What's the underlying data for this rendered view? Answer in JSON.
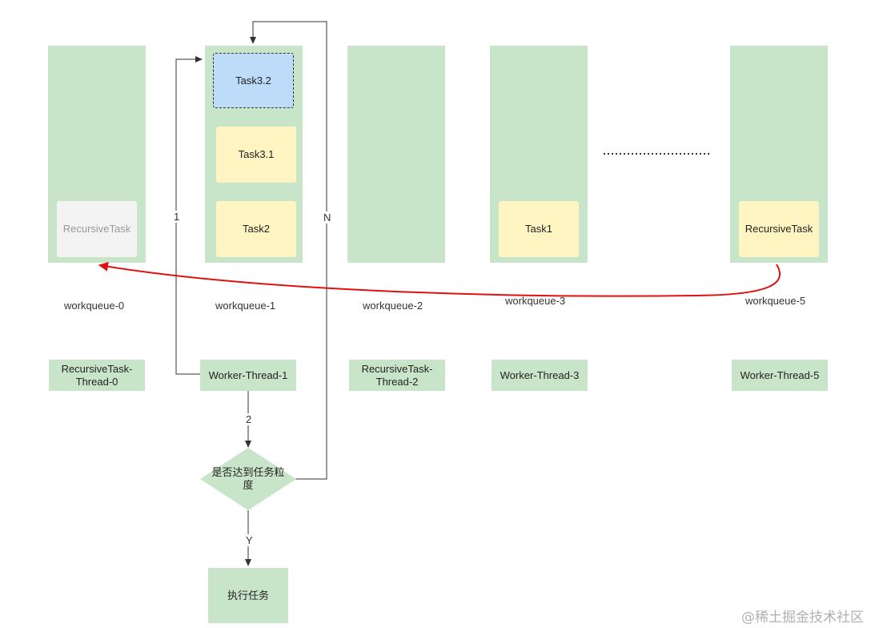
{
  "queues": [
    {
      "label": "workqueue-0",
      "thread": "RecursiveTask-Thread-0"
    },
    {
      "label": "workqueue-1",
      "thread": "Worker-Thread-1"
    },
    {
      "label": "workqueue-2",
      "thread": "RecursiveTask-Thread-2"
    },
    {
      "label": "workqueue-3",
      "thread": "Worker-Thread-3"
    },
    {
      "label": "workqueue-5",
      "thread": "Worker-Thread-5"
    }
  ],
  "tasks": {
    "q0_recursive": "RecursiveTask",
    "q1_task32": "Task3.2",
    "q1_task31": "Task3.1",
    "q1_task2": "Task2",
    "q3_task1": "Task1",
    "q5_recursive": "RecursiveTask"
  },
  "flow": {
    "edge_1": "1",
    "edge_2": "2",
    "edge_N": "N",
    "edge_Y": "Y",
    "decision": "是否达到任务粒度",
    "execute": "执行任务"
  },
  "watermark": "@稀土掘金技术社区",
  "colors": {
    "queue_green": "#c9e5c9",
    "task_yellow": "#fff5c2",
    "task_blue": "#bcdcf9",
    "task_grey": "#f3f3f3",
    "steal_arrow_red": "#e01010"
  }
}
